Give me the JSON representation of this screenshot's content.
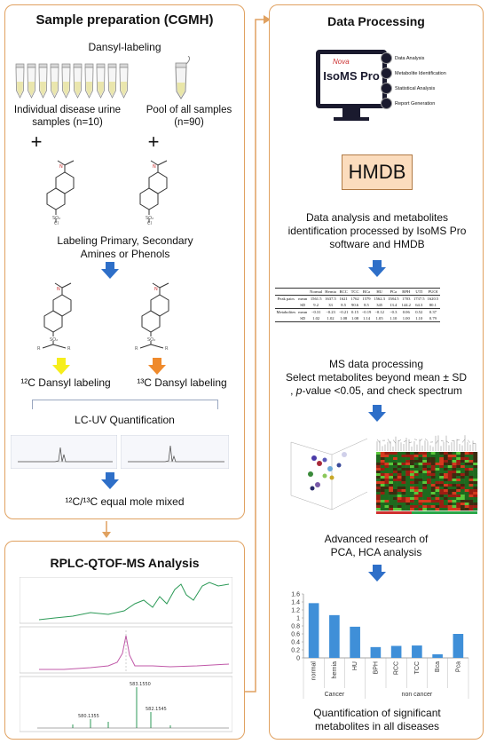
{
  "left_panel": {
    "title": "Sample preparation (CGMH)",
    "dansyl_label": "Dansyl-labeling",
    "individual_samples": "Individual disease urine samples (n=10)",
    "pool_samples": "Pool of all samples (n=90)",
    "plus": "+",
    "reagent_me": "CH₃",
    "reagent_so2": "SO₂",
    "reagent_cl": "Cl",
    "reagent_r": "R",
    "labeling_text": "Labeling Primary, Secondary Amines or Phenols",
    "c12_label": "¹²C Dansyl labeling",
    "c13_label": "¹³C Dansyl labeling",
    "lcuv": "LC-UV Quantification",
    "mixed": "¹²C/¹³C equal mole mixed"
  },
  "ms_panel": {
    "title": "RPLC-QTOF-MS Analysis",
    "peak_a": "583.1550",
    "peak_b": "580.1355",
    "peak_c": "582.1545"
  },
  "right_panel": {
    "title": "Data Processing",
    "software_brand": "Nova",
    "software_name": "IsoMS Pro",
    "menu": [
      "Data Analysis",
      "Metabolite Identification",
      "Statistical Analysis",
      "Report Generation"
    ],
    "hmdb": "HMDB",
    "analysis_text": "Data analysis and metabolites identification processed by IsoMS Pro software and HMDB",
    "table": {
      "headers": [
        "",
        "",
        "Normal",
        "Hernia",
        "RCC",
        "TCC",
        "BCa",
        "HU",
        "PCa",
        "BPH",
        "UTI",
        "PUOI"
      ],
      "rows": [
        [
          "Peak pairs",
          "mean",
          "1561.5",
          "1637.5",
          "1621",
          "1762",
          "1579",
          "1562.3",
          "1584.5",
          "1703",
          "1737.5",
          "1620.5"
        ],
        [
          "",
          "SD",
          "9.2",
          "33",
          "8.5",
          "90.6",
          "8.5",
          "345",
          "13.4",
          "144.2",
          "64.3",
          "80.1"
        ],
        [
          "Metabolites",
          "mean",
          "−0.31",
          "−0.23",
          "−0.21",
          "0.15",
          "−0.19",
          "−0.12",
          "−0.3",
          "0.06",
          "0.52",
          "0.37"
        ],
        [
          "",
          "SD",
          "1.02",
          "1.02",
          "1.08",
          "1.08",
          "1.14",
          "1.05",
          "1.10",
          "1.00",
          "1.10",
          "0.79"
        ]
      ]
    },
    "ms_proc_title": "MS data processing",
    "ms_proc_line1": "Select metabolites beyond mean ± SD",
    "ms_proc_line2_pre": ", ",
    "ms_proc_line2_p": "p",
    "ms_proc_line2_post": "-value <0.05, and check spectrum",
    "pca_text_1": "Advanced  research of",
    "pca_text_2": "PCA, HCA analysis",
    "final_text": "Quantification of significant metabolites in all  diseases"
  },
  "chart_data": {
    "type": "bar",
    "categories": [
      "normal",
      "hernia",
      "HU",
      "BPH",
      "RCC",
      "TCC",
      "Bca",
      "Pca"
    ],
    "values": [
      1.37,
      1.07,
      0.78,
      0.27,
      0.3,
      0.31,
      0.09,
      0.6
    ],
    "ylim": [
      0,
      1.6
    ],
    "yticks": [
      "0",
      "0.2",
      "0.4",
      "0.6",
      "0.8",
      "1",
      "1.2",
      "1.4",
      "1.6"
    ],
    "groups": [
      {
        "label": "Cancer",
        "count": 3
      },
      {
        "label": "non cancer",
        "count": 5
      }
    ],
    "grid": false,
    "colors": {
      "bar": "#3f8fd8"
    }
  },
  "colors": {
    "panel_border": "#e0a160",
    "blue_arrow": "#2e6fc8",
    "yellow_arrow": "#f6ee1c",
    "orange_arrow": "#ef8a2c",
    "hmdb_fill": "#fbdcbd",
    "software_dark": "#1a1a2e"
  }
}
